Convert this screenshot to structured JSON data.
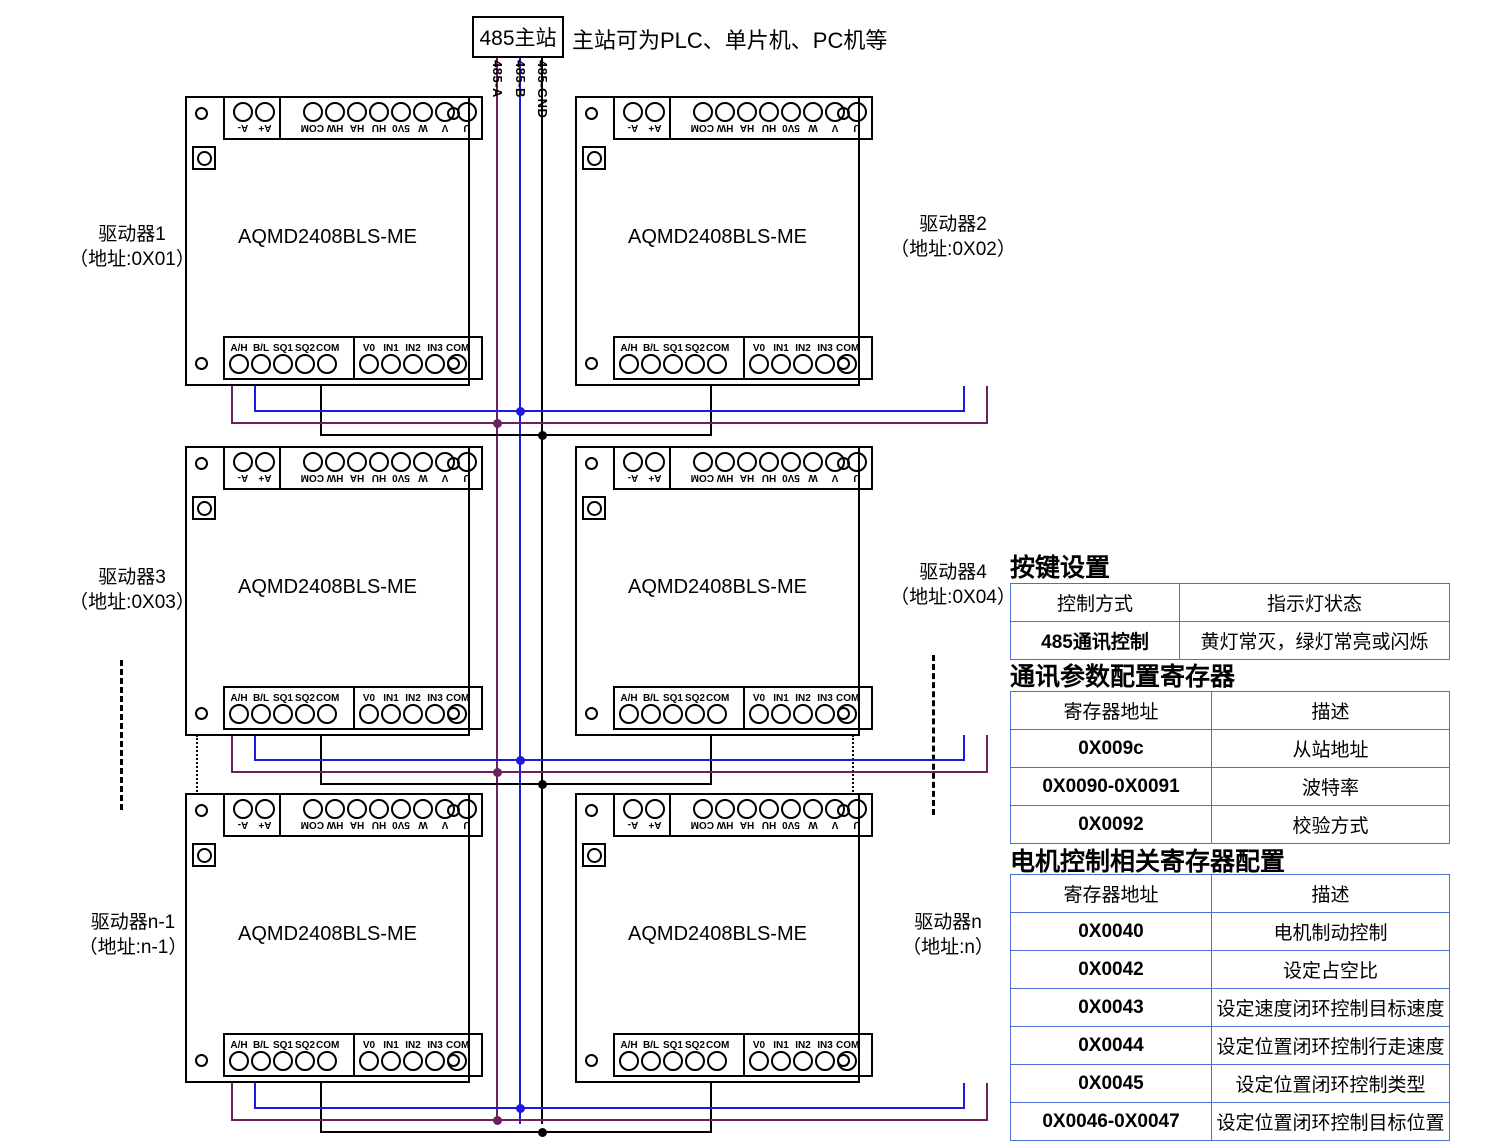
{
  "master": {
    "box_label": "485主站",
    "note": "主站可为PLC、单片机、PC机等"
  },
  "bus": {
    "lines": [
      {
        "name": "485-A",
        "color": "#6b2060"
      },
      {
        "name": "485-B",
        "color": "#1a1ae0"
      },
      {
        "name": "485-GND",
        "color": "#000000"
      }
    ]
  },
  "driver_model": "AQMD2408BLS-ME",
  "terminals": {
    "top_power_group": [
      "U",
      "V",
      "W",
      "5V0",
      "HU",
      "HA",
      "HW",
      "COM"
    ],
    "top_supply_group": [
      "A+",
      "A-"
    ],
    "bottom_comm_group": [
      "A/H",
      "B/L",
      "SQ1",
      "SQ2",
      "COM"
    ],
    "bottom_io_group": [
      "V0",
      "IN1",
      "IN2",
      "IN3",
      "COM"
    ]
  },
  "drivers": [
    {
      "id": "d1",
      "title": "驱动器1",
      "address": "（地址:0X01）",
      "model": "AQMD2408BLS-ME",
      "side": "left"
    },
    {
      "id": "d2",
      "title": "驱动器2",
      "address": "（地址:0X02）",
      "model": "AQMD2408BLS-ME",
      "side": "right"
    },
    {
      "id": "d3",
      "title": "驱动器3",
      "address": "（地址:0X03）",
      "model": "AQMD2408BLS-ME",
      "side": "left"
    },
    {
      "id": "d4",
      "title": "驱动器4",
      "address": "（地址:0X04）",
      "model": "AQMD2408BLS-ME",
      "side": "right"
    },
    {
      "id": "d5",
      "title": "驱动器n-1",
      "address": "（地址:n-1）",
      "model": "AQMD2408BLS-ME",
      "side": "left"
    },
    {
      "id": "d6",
      "title": "驱动器n",
      "address": "（地址:n）",
      "model": "AQMD2408BLS-ME",
      "side": "right"
    }
  ],
  "panel": {
    "key_settings": {
      "heading": "按键设置",
      "columns": [
        "控制方式",
        "指示灯状态"
      ],
      "rows": [
        [
          "485通讯控制",
          "黄灯常灭，绿灯常亮或闪烁"
        ]
      ]
    },
    "comm_registers": {
      "heading": "通讯参数配置寄存器",
      "columns": [
        "寄存器地址",
        "描述"
      ],
      "rows": [
        [
          "0X009c",
          "从站地址"
        ],
        [
          "0X0090-0X0091",
          "波特率"
        ],
        [
          "0X0092",
          "校验方式"
        ]
      ]
    },
    "motor_registers": {
      "heading": "电机控制相关寄存器配置",
      "columns": [
        "寄存器地址",
        "描述"
      ],
      "rows": [
        [
          "0X0040",
          "电机制动控制"
        ],
        [
          "0X0042",
          "设定占空比"
        ],
        [
          "0X0043",
          "设定速度闭环控制目标速度"
        ],
        [
          "0X0044",
          "设定位置闭环控制行走速度"
        ],
        [
          "0X0045",
          "设定位置闭环控制类型"
        ],
        [
          "0X0046-0X0047",
          "设定位置闭环控制目标位置"
        ]
      ]
    }
  }
}
